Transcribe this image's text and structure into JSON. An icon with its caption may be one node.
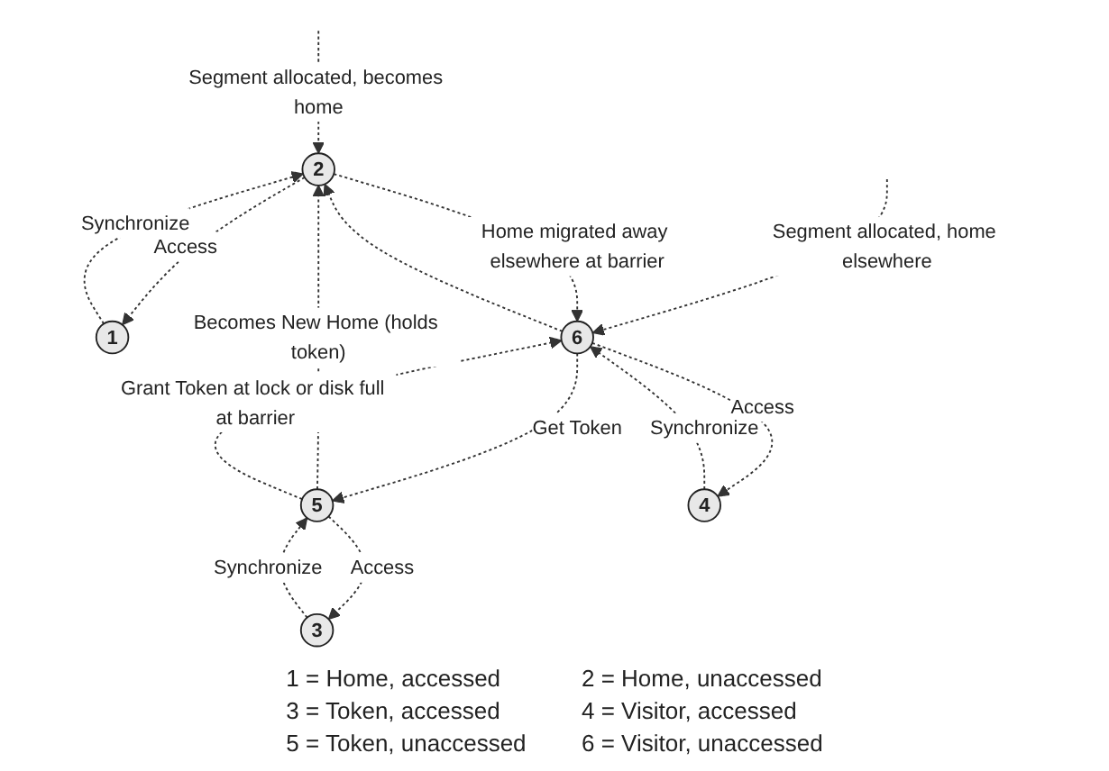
{
  "diagram": {
    "nodes": [
      {
        "text": [
          "2"
        ]
      },
      {
        "text": [
          "1"
        ]
      },
      {
        "text": [
          "5"
        ]
      },
      {
        "text": [
          "3"
        ]
      },
      {
        "text": [
          "6"
        ]
      },
      {
        "text": [
          "4"
        ]
      }
    ],
    "edges": [
      {
        "from": null,
        "to": 0,
        "arrow": "to",
        "label": "Segment allocated, becomes home",
        "style": "dashed"
      },
      {
        "from": 0,
        "to": 1,
        "arrow": "to",
        "label": "Access",
        "style": "dashed"
      },
      {
        "from": 1,
        "to": 0,
        "arrow": "to",
        "label": "Synchronize",
        "style": "dashed"
      },
      {
        "from": 2,
        "to": 3,
        "arrow": "to",
        "label": "Access",
        "style": "dashed"
      },
      {
        "from": 3,
        "to": 2,
        "arrow": "to",
        "label": "Synchronize",
        "style": "dashed"
      },
      {
        "from": 4,
        "to": 5,
        "arrow": "to",
        "label": "Access",
        "style": "dashed"
      },
      {
        "from": 5,
        "to": 4,
        "arrow": "to",
        "label": "Synchronize",
        "style": "dashed"
      },
      {
        "from": null,
        "to": 4,
        "arrow": "to",
        "label": "Segment allocated, home elsewhere",
        "style": "dashed"
      },
      {
        "from": 0,
        "to": 4,
        "arrow": "to",
        "label": "Home migrated away elsewhere at barrier",
        "style": "dashed"
      },
      {
        "from": 4,
        "to": 0,
        "arrow": "to",
        "style": "dashed"
      },
      {
        "from": 2,
        "to": 0,
        "arrow": "to",
        "label": "Becomes New Home (holds token)",
        "style": "dashed"
      },
      {
        "from": 2,
        "to": 4,
        "arrow": "to",
        "label": "Grant Token at lock or disk full at barrier",
        "style": "dashed"
      },
      {
        "from": 4,
        "to": 2,
        "arrow": "to",
        "label": "Get Token",
        "style": "dashed"
      }
    ],
    "labels": [
      "1 = Home, accessed",
      "2 = Home, unaccessed",
      "3 = Token, accessed",
      "4 = Visitor, accessed",
      "5 = Token, unaccessed",
      "6 = Visitor, unaccessed"
    ]
  }
}
